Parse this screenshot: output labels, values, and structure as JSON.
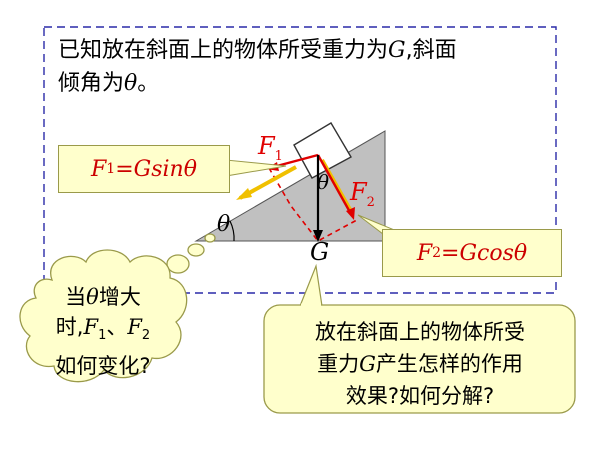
{
  "intro": {
    "part1": "已知放在斜面上的物体所受重力为",
    "g": "G",
    "part2": ",斜面",
    "line2_prefix": "倾角为",
    "theta": "θ",
    "line2_suffix": "。"
  },
  "labels": {
    "f1_letter": "F",
    "f1_sub": "1",
    "f2_letter": "F",
    "f2_sub": "2",
    "g": "G",
    "theta_incline": "θ",
    "theta_angle": "θ"
  },
  "callout_f1": {
    "letter": "F",
    "sub": "1",
    "eq": "=Gsinθ"
  },
  "callout_f2": {
    "letter": "F",
    "sub": "2",
    "eq": "=Gcosθ"
  },
  "cloud": {
    "l1_prefix": "当",
    "theta": "θ",
    "l1_suffix": "增大",
    "l2_prefix": "时,",
    "f1_letter": "F",
    "f1_sub": "1",
    "sep": "、",
    "f2_letter": "F",
    "f2_sub": "2",
    "l3": "如何变化?"
  },
  "question": {
    "l1": "放在斜面上的物体所受",
    "l2_prefix": "重力",
    "g": "G",
    "l2_suffix": "产生怎样的作用",
    "l3": "效果?如何分解?"
  },
  "colors": {
    "incline": "#c0c0c0",
    "force_red": "#e00000",
    "dashed_frame": "#2a2aa8",
    "callout_bg": "#ffffcc",
    "arrow_yellow": "#f0c000"
  }
}
